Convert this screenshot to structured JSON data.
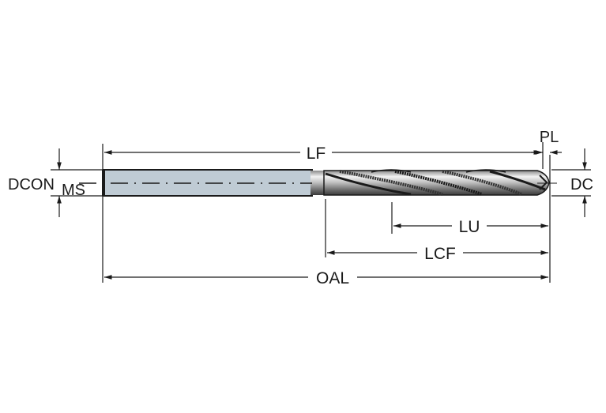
{
  "diagram": {
    "subject": "Solid carbide drill dimension drawing",
    "labels": {
      "lf": "LF",
      "pl": "PL",
      "dcon": "DCON",
      "dcon_subscript": "MS",
      "dc": "DC",
      "lu": "LU",
      "lcf": "LCF",
      "oal": "OAL"
    },
    "colors": {
      "shank": "#bfcbd4",
      "line": "#1a1a1a",
      "body_light": "#e6e6e6",
      "body_dark": "#333333"
    }
  }
}
